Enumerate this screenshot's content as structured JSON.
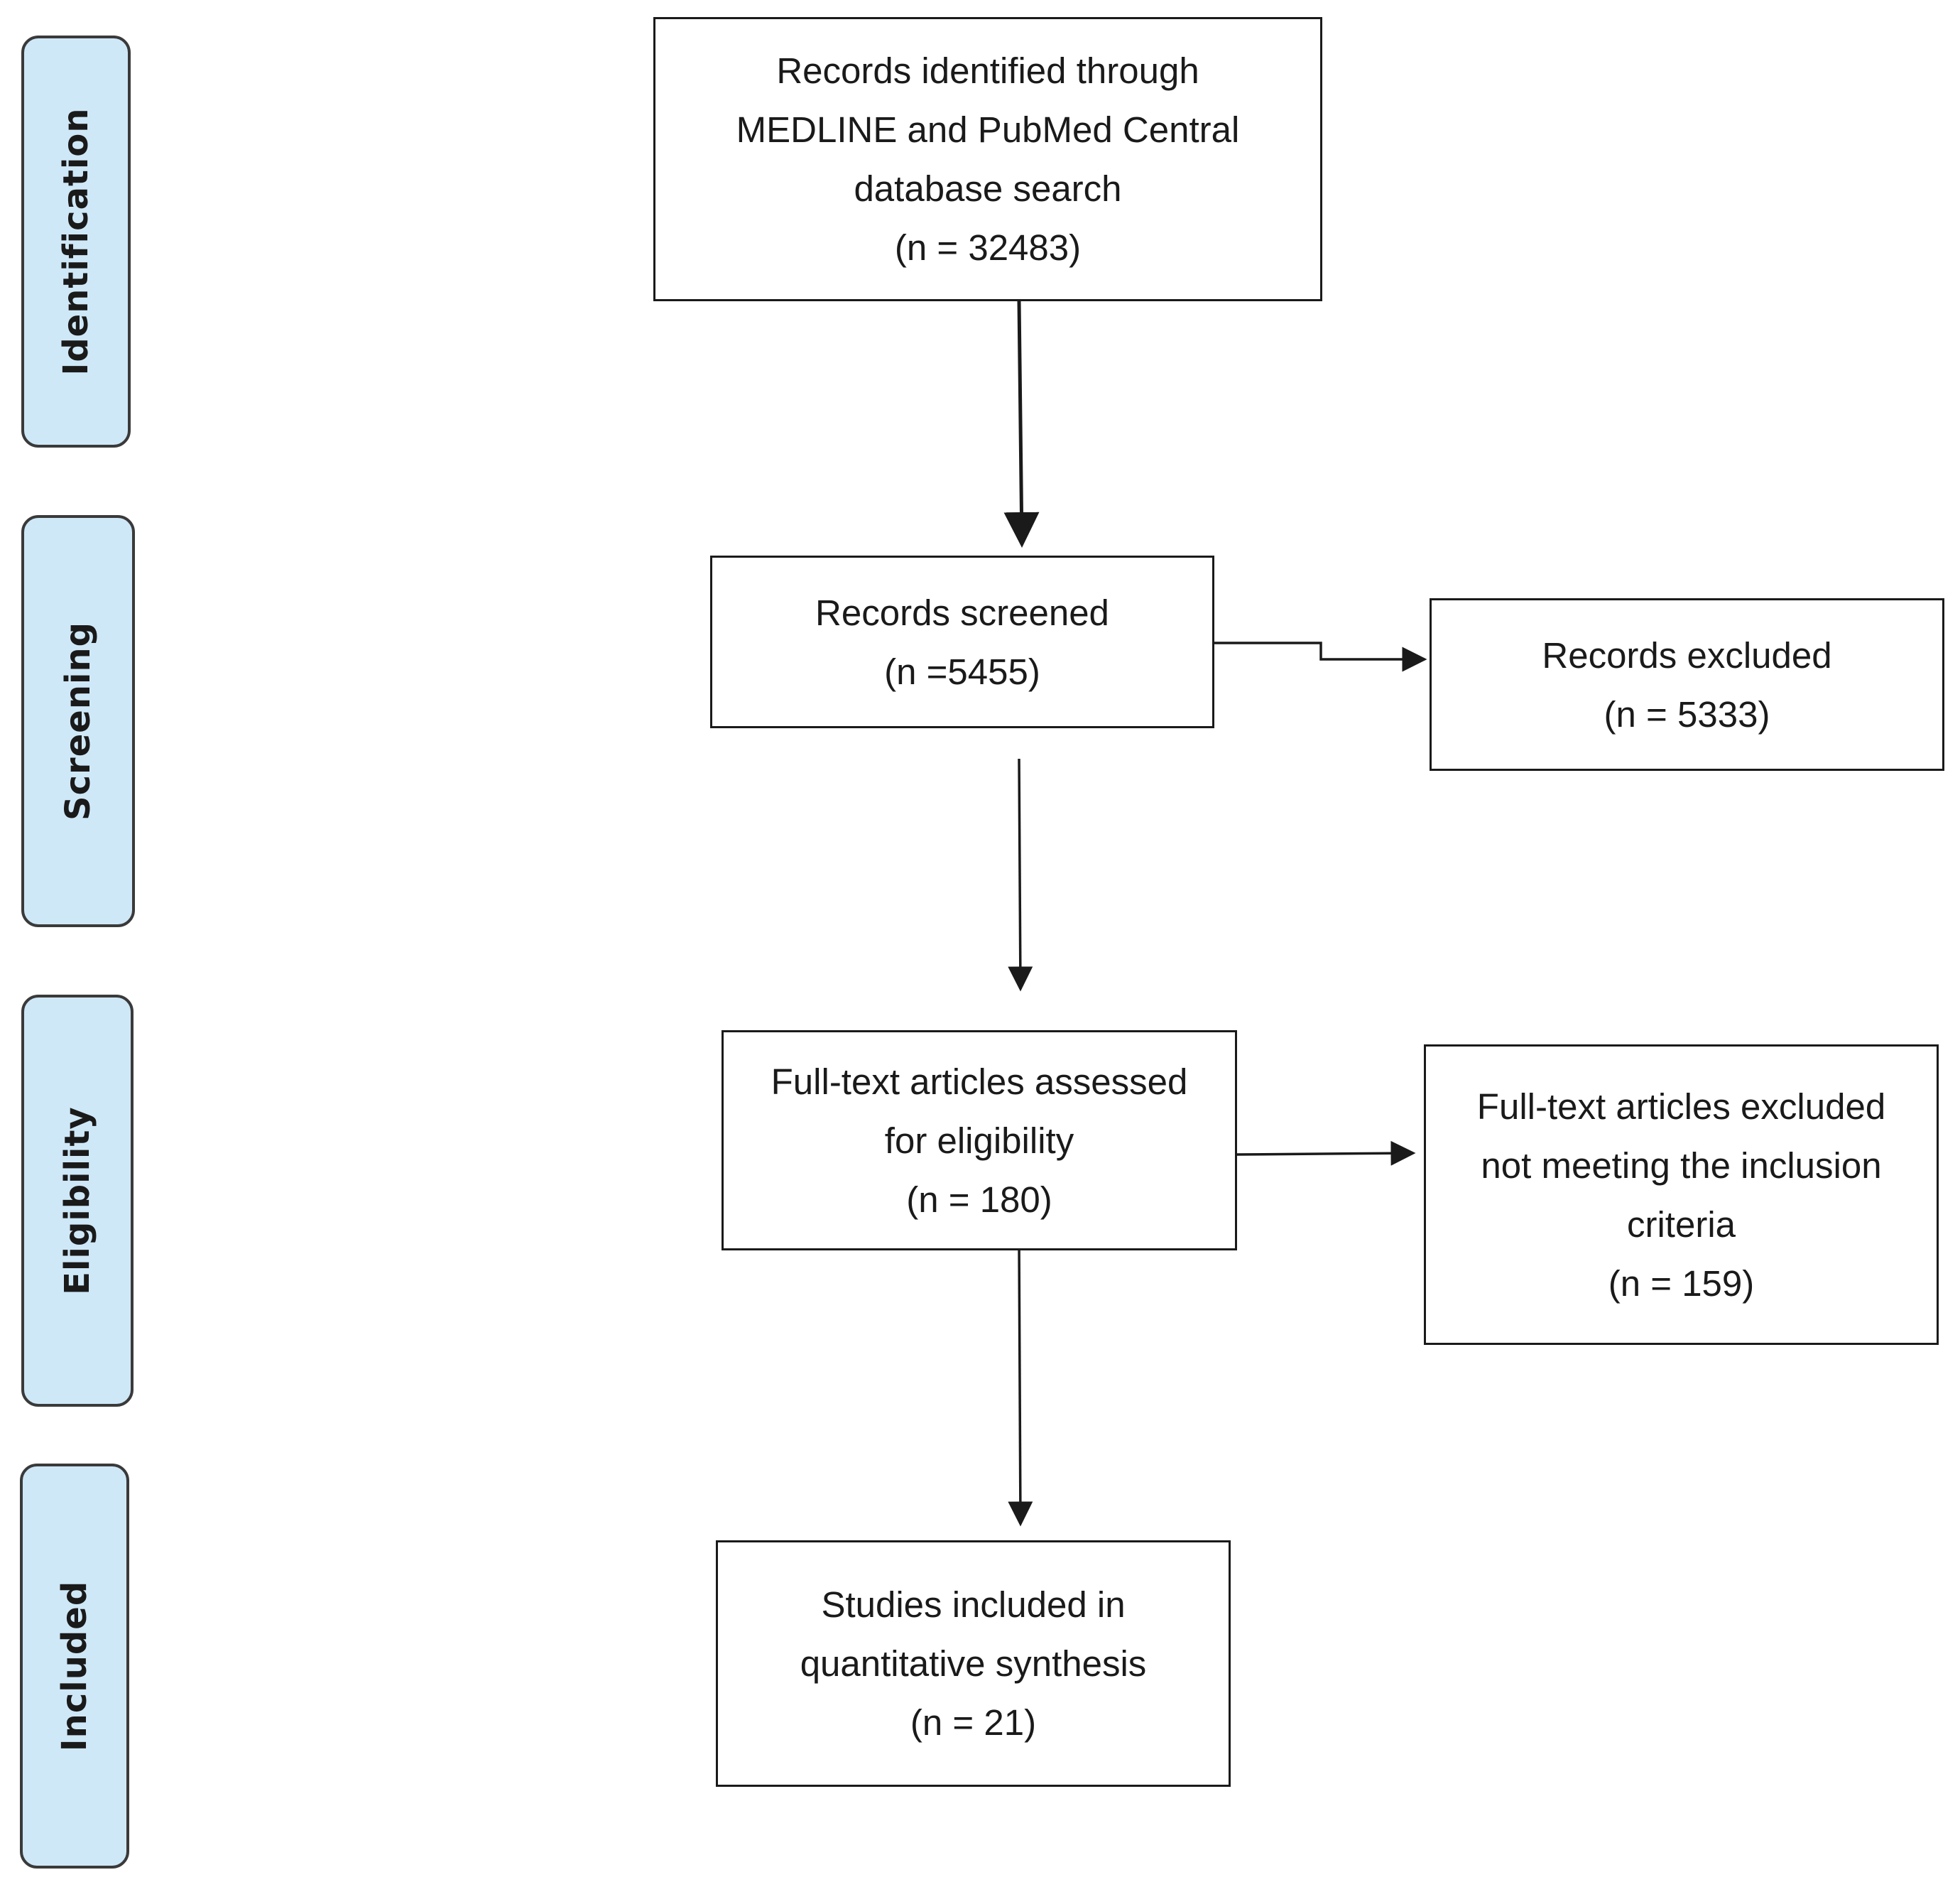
{
  "phases": {
    "identification": "Identification",
    "screening": "Screening",
    "eligibility": "Eligibility",
    "included": "Included"
  },
  "boxes": {
    "identified": {
      "lines": [
        "Records identified through",
        "MEDLINE and PubMed Central",
        "database search",
        "(n = 32483)"
      ]
    },
    "screened": {
      "lines": [
        "Records screened",
        "(n =5455)"
      ]
    },
    "excluded_records": {
      "lines": [
        "Records excluded",
        "(n = 5333)"
      ]
    },
    "fulltext_assessed": {
      "lines": [
        "Full-text articles assessed",
        "for eligibility",
        "(n = 180)"
      ]
    },
    "fulltext_excluded": {
      "lines": [
        "Full-text articles excluded",
        "not meeting the inclusion",
        "criteria",
        "(n = 159)"
      ]
    },
    "included_studies": {
      "lines": [
        "Studies included in",
        "quantitative synthesis",
        "(n = 21)"
      ]
    }
  },
  "colors": {
    "phase_fill": "#cfe8f8",
    "phase_border": "#3a3a3a",
    "box_border": "#1a1a1a",
    "arrow": "#1a1a1a"
  }
}
